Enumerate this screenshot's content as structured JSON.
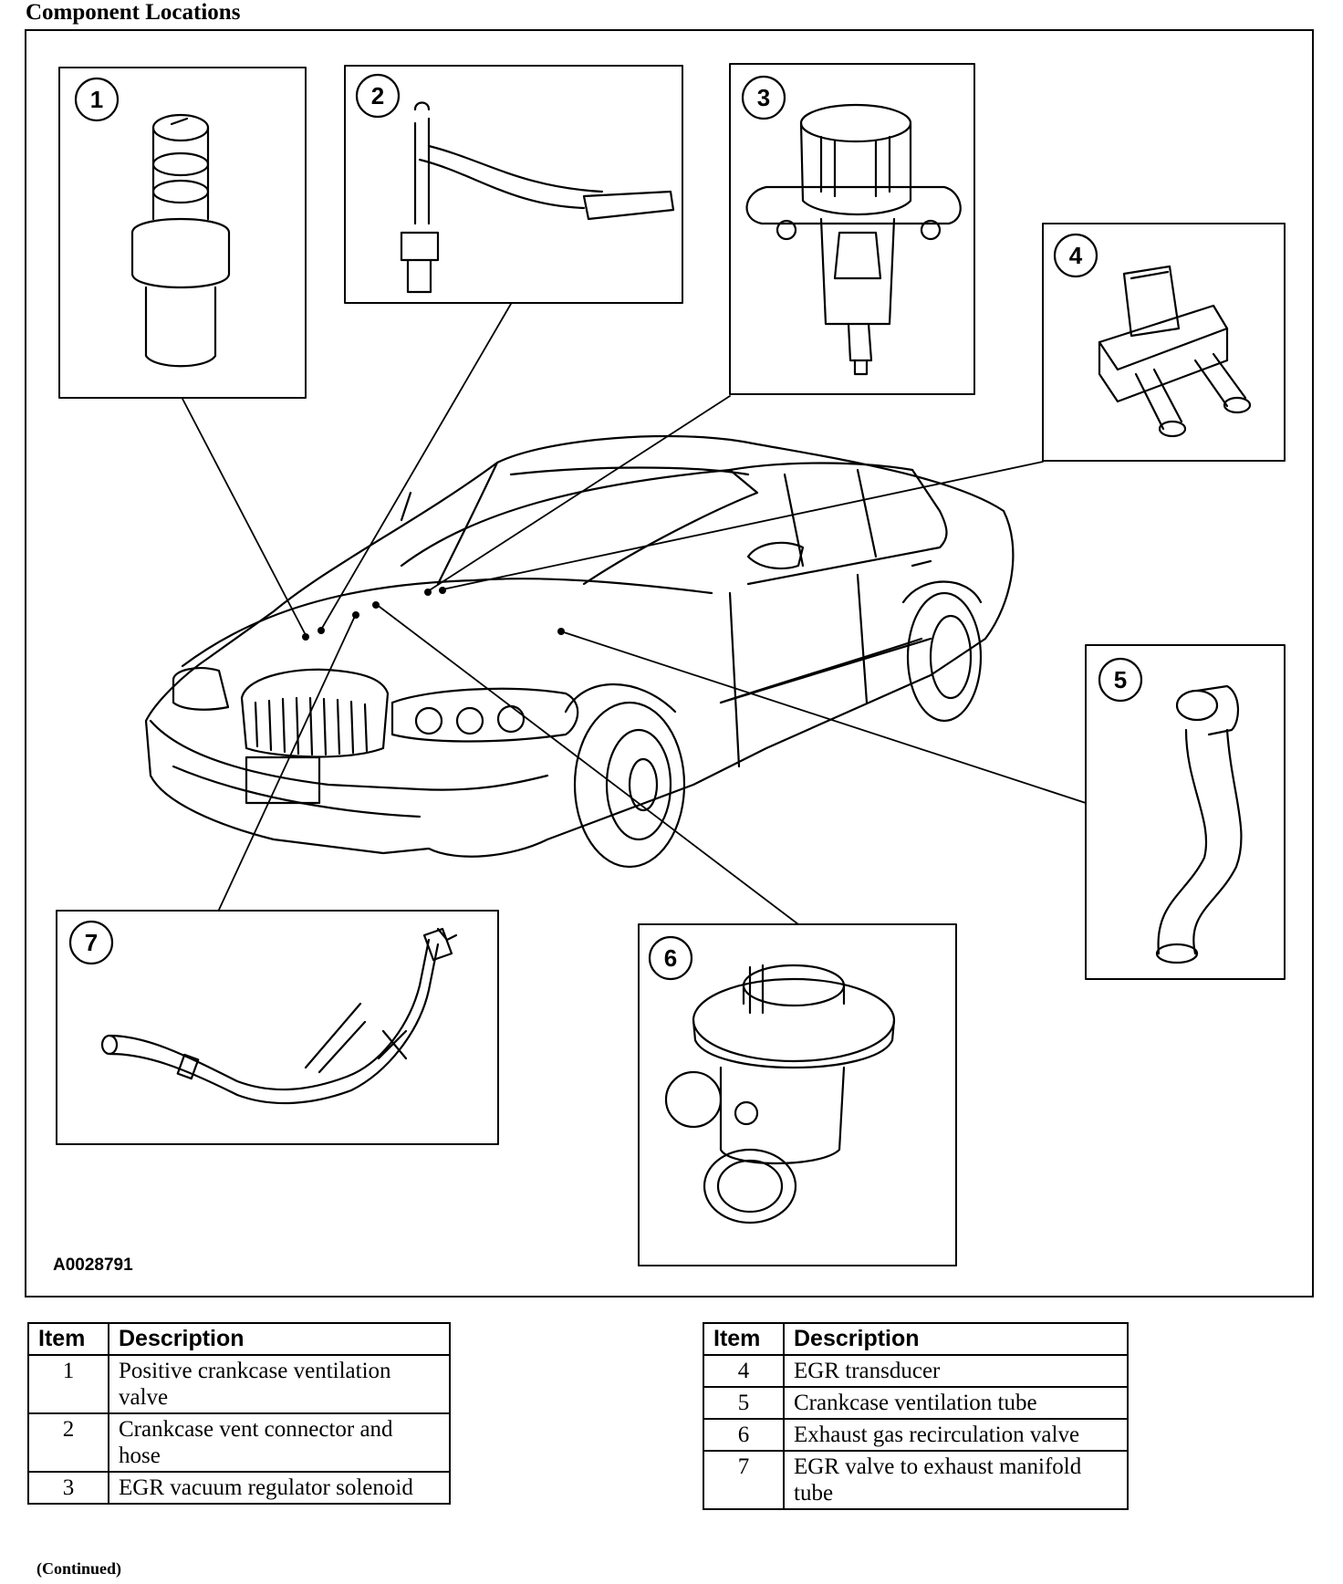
{
  "title": "Component Locations",
  "figure_id": "A0028791",
  "callouts": [
    "1",
    "2",
    "3",
    "4",
    "5",
    "6",
    "7"
  ],
  "tables": [
    {
      "headers": {
        "item": "Item",
        "description": "Description"
      },
      "rows": [
        {
          "item": "1",
          "description": "Positive crankcase ventilation valve"
        },
        {
          "item": "2",
          "description": "Crankcase vent connector and hose"
        },
        {
          "item": "3",
          "description": "EGR vacuum regulator solenoid"
        }
      ]
    },
    {
      "headers": {
        "item": "Item",
        "description": "Description"
      },
      "rows": [
        {
          "item": "4",
          "description": "EGR transducer"
        },
        {
          "item": "5",
          "description": "Crankcase ventilation tube"
        },
        {
          "item": "6",
          "description": "Exhaust gas recirculation valve"
        },
        {
          "item": "7",
          "description": "EGR valve to exhaust manifold tube"
        }
      ]
    }
  ],
  "footer": "(Continued)"
}
